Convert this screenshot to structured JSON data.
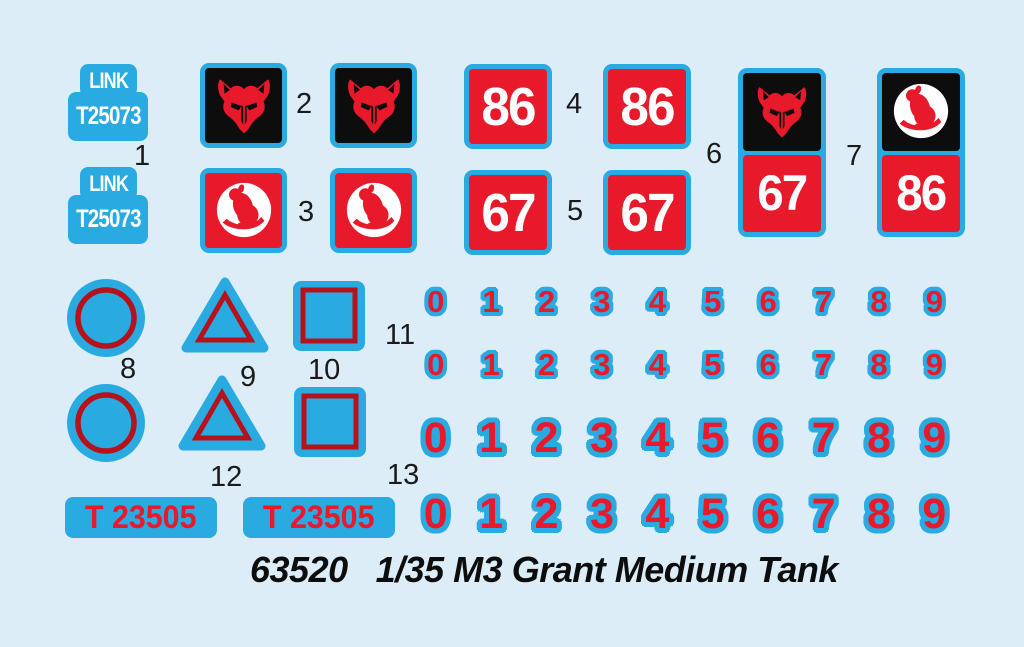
{
  "colors": {
    "background": "#dcedf8",
    "blue": "#29abe2",
    "red": "#e8192b",
    "dark_red": "#b5121b",
    "black": "#0d0d0d",
    "white": "#ffffff"
  },
  "icons": {
    "wolf": "wolf-head-emblem",
    "rat": "desert-rat-emblem",
    "shapes": [
      "circle-decal",
      "triangle-decal",
      "square-decal"
    ]
  },
  "link_badge": {
    "line1": "LINK",
    "line2": "T25073"
  },
  "squares": {
    "n86": "86",
    "n67": "67"
  },
  "serial_badge": {
    "text": "T 23505"
  },
  "callouts": {
    "c1": "1",
    "c2": "2",
    "c3": "3",
    "c4": "4",
    "c5": "5",
    "c6": "6",
    "c7": "7",
    "c8": "8",
    "c9": "9",
    "c10": "10",
    "c11": "11",
    "c12": "12",
    "c13": "13"
  },
  "digit_rows": {
    "row1": [
      "0",
      "1",
      "2",
      "3",
      "4",
      "5",
      "6",
      "7",
      "8",
      "9"
    ],
    "row2": [
      "0",
      "1",
      "2",
      "3",
      "4",
      "5",
      "6",
      "7",
      "8",
      "9"
    ],
    "row3": [
      "0",
      "1",
      "2",
      "3",
      "4",
      "5",
      "6",
      "7",
      "8",
      "9"
    ],
    "row4": [
      "0",
      "1",
      "2",
      "3",
      "4",
      "5",
      "6",
      "7",
      "8",
      "9"
    ]
  },
  "footer": {
    "kit_number": "63520",
    "kit_title": "1/35 M3 Grant Medium Tank"
  }
}
